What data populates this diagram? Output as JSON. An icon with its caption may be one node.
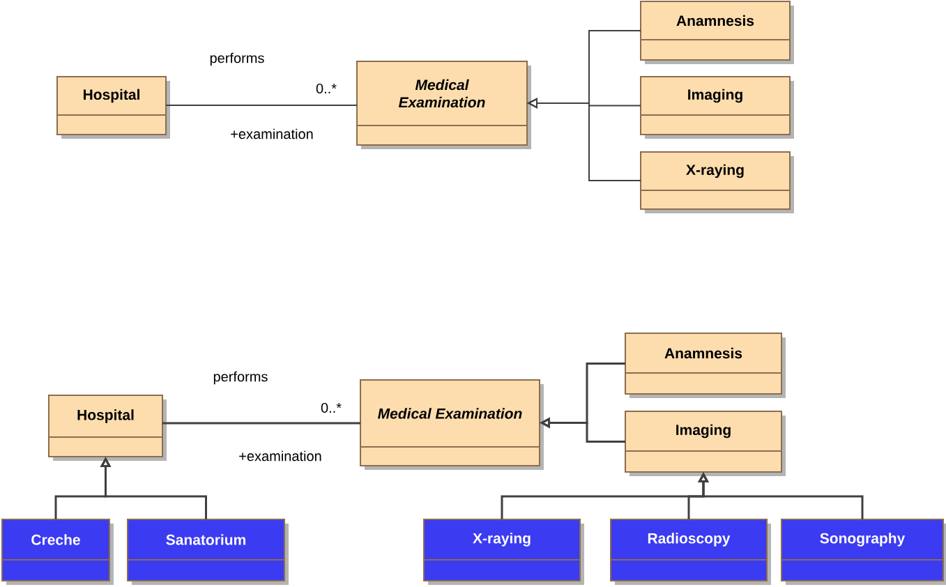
{
  "diagram": {
    "nodes": [
      {
        "text": [
          "Hospital"
        ]
      },
      {
        "text": [
          "Medical Examination"
        ]
      },
      {
        "text": [
          "Anamnesis"
        ]
      },
      {
        "text": [
          "Imaging"
        ]
      },
      {
        "text": [
          "X-raying"
        ]
      },
      {
        "text": [
          "Hospital"
        ]
      },
      {
        "text": [
          "Medical Examination"
        ]
      },
      {
        "text": [
          "Anamnesis"
        ]
      },
      {
        "text": [
          "Imaging"
        ]
      },
      {
        "text": [
          "Creche"
        ]
      },
      {
        "text": [
          "Sanatorium"
        ]
      },
      {
        "text": [
          "X-raying"
        ]
      },
      {
        "text": [
          "Radioscopy"
        ]
      },
      {
        "text": [
          "Sonography"
        ]
      }
    ],
    "edges": [
      {
        "from": 0,
        "to": 1,
        "arrow": "none",
        "label": "performs"
      },
      {
        "from": 2,
        "to": 1,
        "arrow": "to"
      },
      {
        "from": 3,
        "to": 1,
        "arrow": "to"
      },
      {
        "from": 4,
        "to": 1,
        "arrow": "to"
      },
      {
        "from": 5,
        "to": 6,
        "arrow": "none",
        "label": "performs"
      },
      {
        "from": 7,
        "to": 6,
        "arrow": "to"
      },
      {
        "from": 8,
        "to": 6,
        "arrow": "to"
      },
      {
        "from": 9,
        "to": 5,
        "arrow": "to"
      },
      {
        "from": 10,
        "to": 5,
        "arrow": "to"
      },
      {
        "from": 11,
        "to": 8,
        "arrow": "to"
      },
      {
        "from": 12,
        "to": 8,
        "arrow": "to"
      },
      {
        "from": 13,
        "to": 8,
        "arrow": "to"
      }
    ],
    "labels": [
      "0..*",
      "+examination",
      "0..*",
      "+examination"
    ]
  }
}
